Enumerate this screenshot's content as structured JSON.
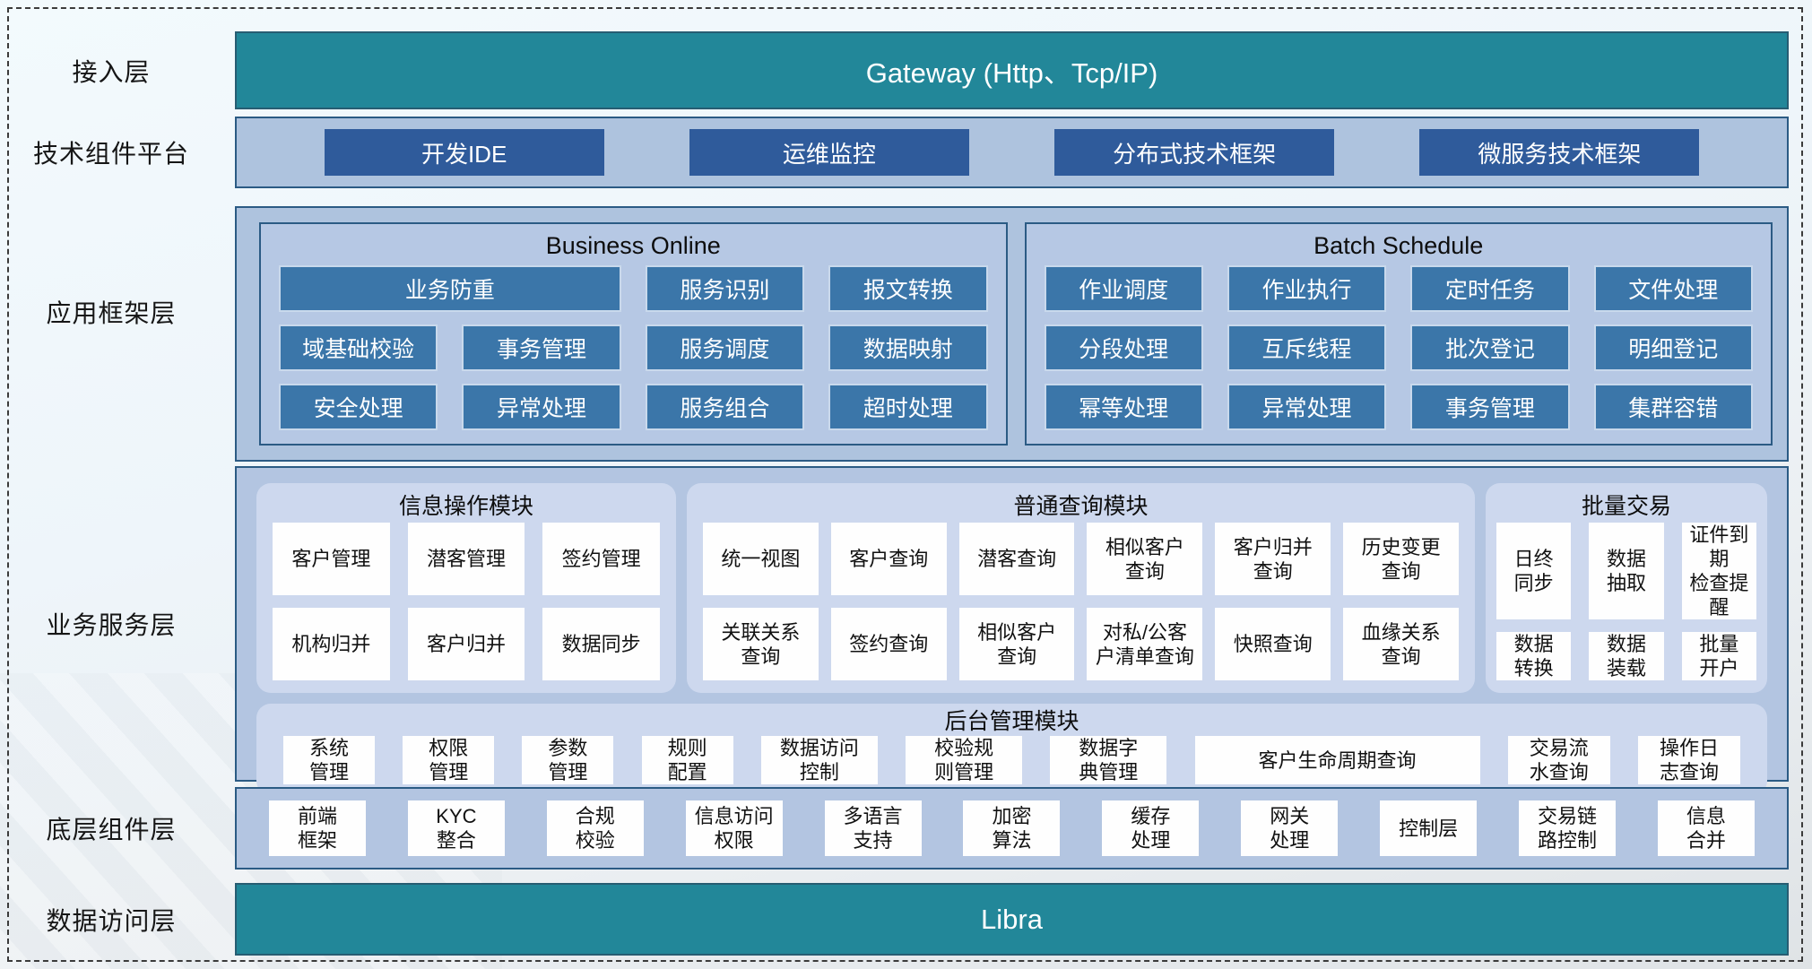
{
  "layers": {
    "access": {
      "label": "接入层",
      "gateway": "Gateway (Http、Tcp/IP)"
    },
    "tech": {
      "label": "技术组件平台",
      "items": [
        "开发IDE",
        "运维监控",
        "分布式技术框架",
        "微服务技术框架"
      ]
    },
    "app_framework": {
      "label": "应用框架层",
      "sections": [
        {
          "title": "Business Online",
          "items": [
            "业务防重",
            "服务识别",
            "报文转换",
            "域基础校验",
            "事务管理",
            "服务调度",
            "数据映射",
            "安全处理",
            "异常处理",
            "服务组合",
            "超时处理"
          ]
        },
        {
          "title": "Batch Schedule",
          "items": [
            "作业调度",
            "作业执行",
            "定时任务",
            "文件处理",
            "分段处理",
            "互斥线程",
            "批次登记",
            "明细登记",
            "幂等处理",
            "异常处理",
            "事务管理",
            "集群容错"
          ]
        }
      ]
    },
    "business": {
      "label": "业务服务层",
      "panels": [
        {
          "title": "信息操作模块",
          "items": [
            "客户管理",
            "潜客管理",
            "签约管理",
            "机构归并",
            "客户归并",
            "数据同步"
          ]
        },
        {
          "title": "普通查询模块",
          "items": [
            "统一视图",
            "客户查询",
            "潜客查询",
            "相似客户\n查询",
            "客户归并\n查询",
            "历史变更\n查询",
            "关联关系\n查询",
            "签约查询",
            "相似客户\n查询",
            "对私/公客\n户清单查询",
            "快照查询",
            "血缘关系\n查询"
          ]
        },
        {
          "title": "批量交易",
          "items": [
            "日终\n同步",
            "数据\n抽取",
            "证件到期\n检查提醒",
            "数据\n转换",
            "数据\n装载",
            "批量\n开户"
          ]
        },
        {
          "title": "后台管理模块",
          "items": [
            "系统\n管理",
            "权限\n管理",
            "参数\n管理",
            "规则\n配置",
            "数据访问\n控制",
            "校验规\n则管理",
            "数据字\n典管理",
            "客户生命周期查询",
            "交易流\n水查询",
            "操作日\n志查询"
          ]
        }
      ]
    },
    "base_components": {
      "label": "底层组件层",
      "items": [
        "前端\n框架",
        "KYC\n整合",
        "合规\n校验",
        "信息访问\n权限",
        "多语言\n支持",
        "加密\n算法",
        "缓存\n处理",
        "网关\n处理",
        "控制层",
        "交易链\n路控制",
        "信息\n合并"
      ]
    },
    "data_access": {
      "label": "数据访问层",
      "bar": "Libra"
    }
  },
  "colors": {
    "teal": "#228799",
    "navy_border": "#2b5b84",
    "dark_button": "#2f5b9b",
    "steel_button": "#3b76a9",
    "layer_fill": "#aec3de",
    "panel_fill": "#cdd8ee",
    "white_box": "#fefefe"
  }
}
